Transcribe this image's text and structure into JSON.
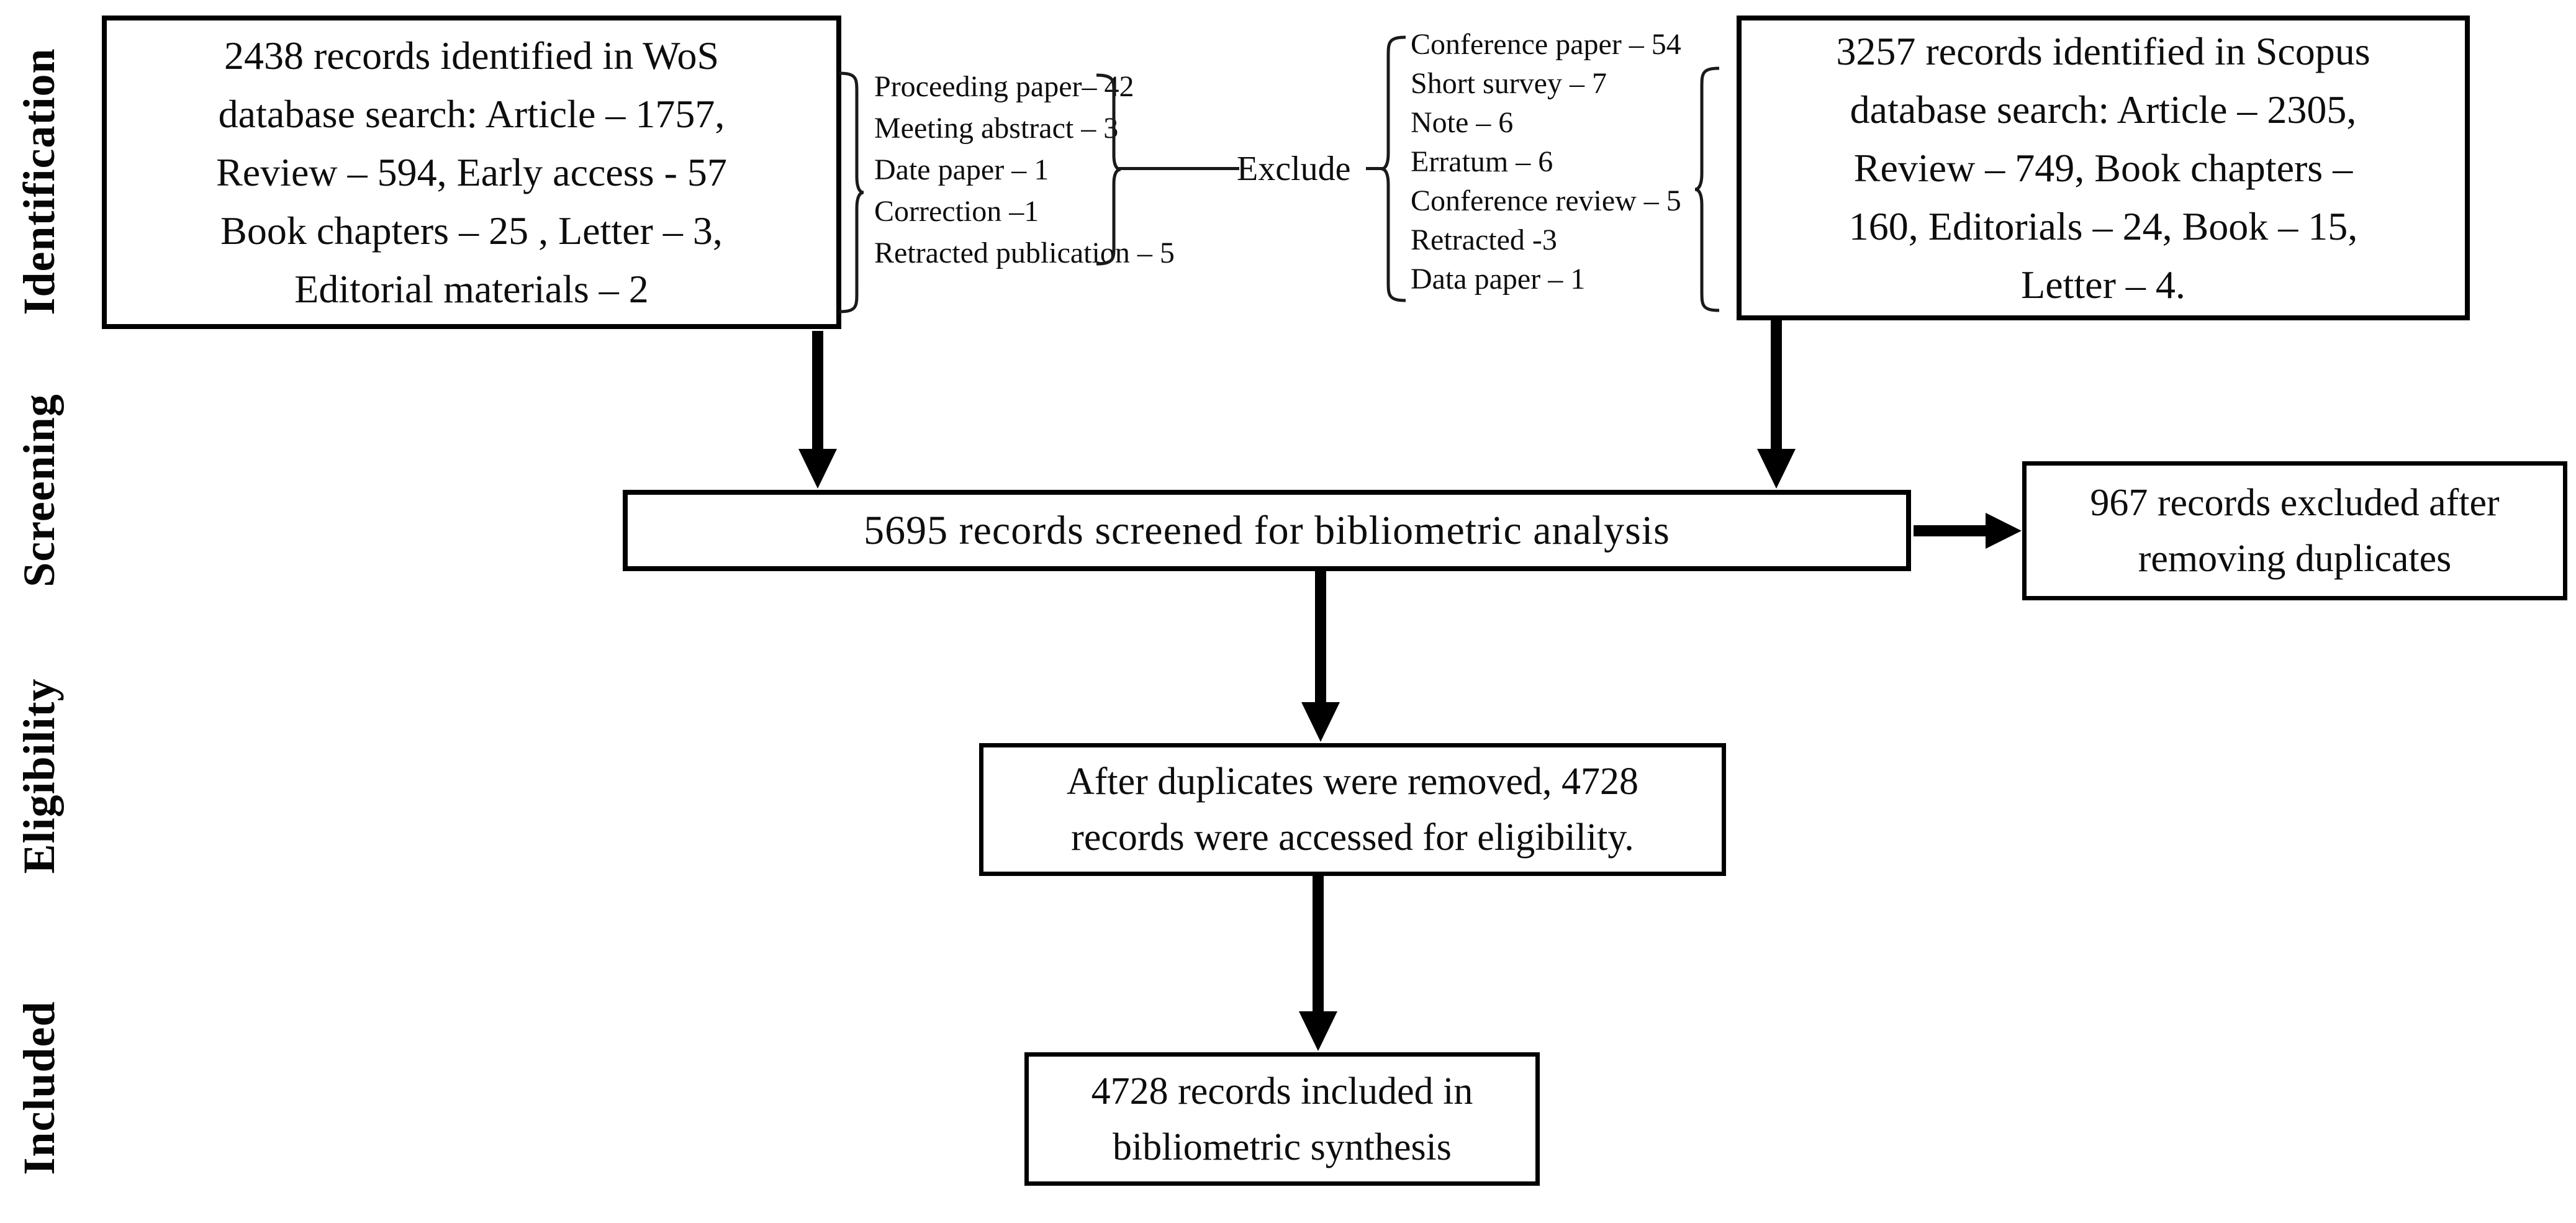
{
  "diagram": {
    "title": "PRISMA-style bibliometric records flow diagram",
    "stage_labels": [
      "Identification",
      "Screening",
      "Eligibility",
      "Included"
    ],
    "wos_box": {
      "lines": [
        "2438 records identified in WoS",
        "database search: Article – 1757,",
        "Review –  594, Early access - 57",
        "Book chapters – 25 , Letter – 3,",
        "Editorial materials – 2"
      ]
    },
    "scopus_box": {
      "lines": [
        "3257 records identified in Scopus",
        "database search: Article – 2305,",
        "Review –  749, Book chapters –",
        "160, Editorials – 24, Book – 15,",
        "Letter – 4."
      ]
    },
    "wos_excluded_list": {
      "items": [
        "Proceeding paper– 42",
        "Meeting abstract – 3",
        "Date paper  – 1",
        "Correction  –1",
        "Retracted publication – 5"
      ]
    },
    "scopus_excluded_list": {
      "items": [
        "Conference paper – 54",
        "Short survey – 7",
        "Note – 6",
        "Erratum – 6",
        "Conference review – 5",
        "Retracted -3",
        "Data paper – 1"
      ]
    },
    "exclude_label": "Exclude",
    "screening_box": {
      "text": "5695 records screened for bibliometric analysis"
    },
    "duplicates_excluded_box": {
      "lines": [
        "967 records excluded after",
        "removing duplicates"
      ]
    },
    "eligibility_box": {
      "lines": [
        "After duplicates were removed, 4728",
        "records were accessed for eligibility."
      ]
    },
    "included_box": {
      "lines": [
        "4728 records included in",
        "bibliometric synthesis"
      ]
    },
    "colors": {
      "line": "#000000",
      "text": "#0d0d0d",
      "background": "#ffffff"
    }
  }
}
